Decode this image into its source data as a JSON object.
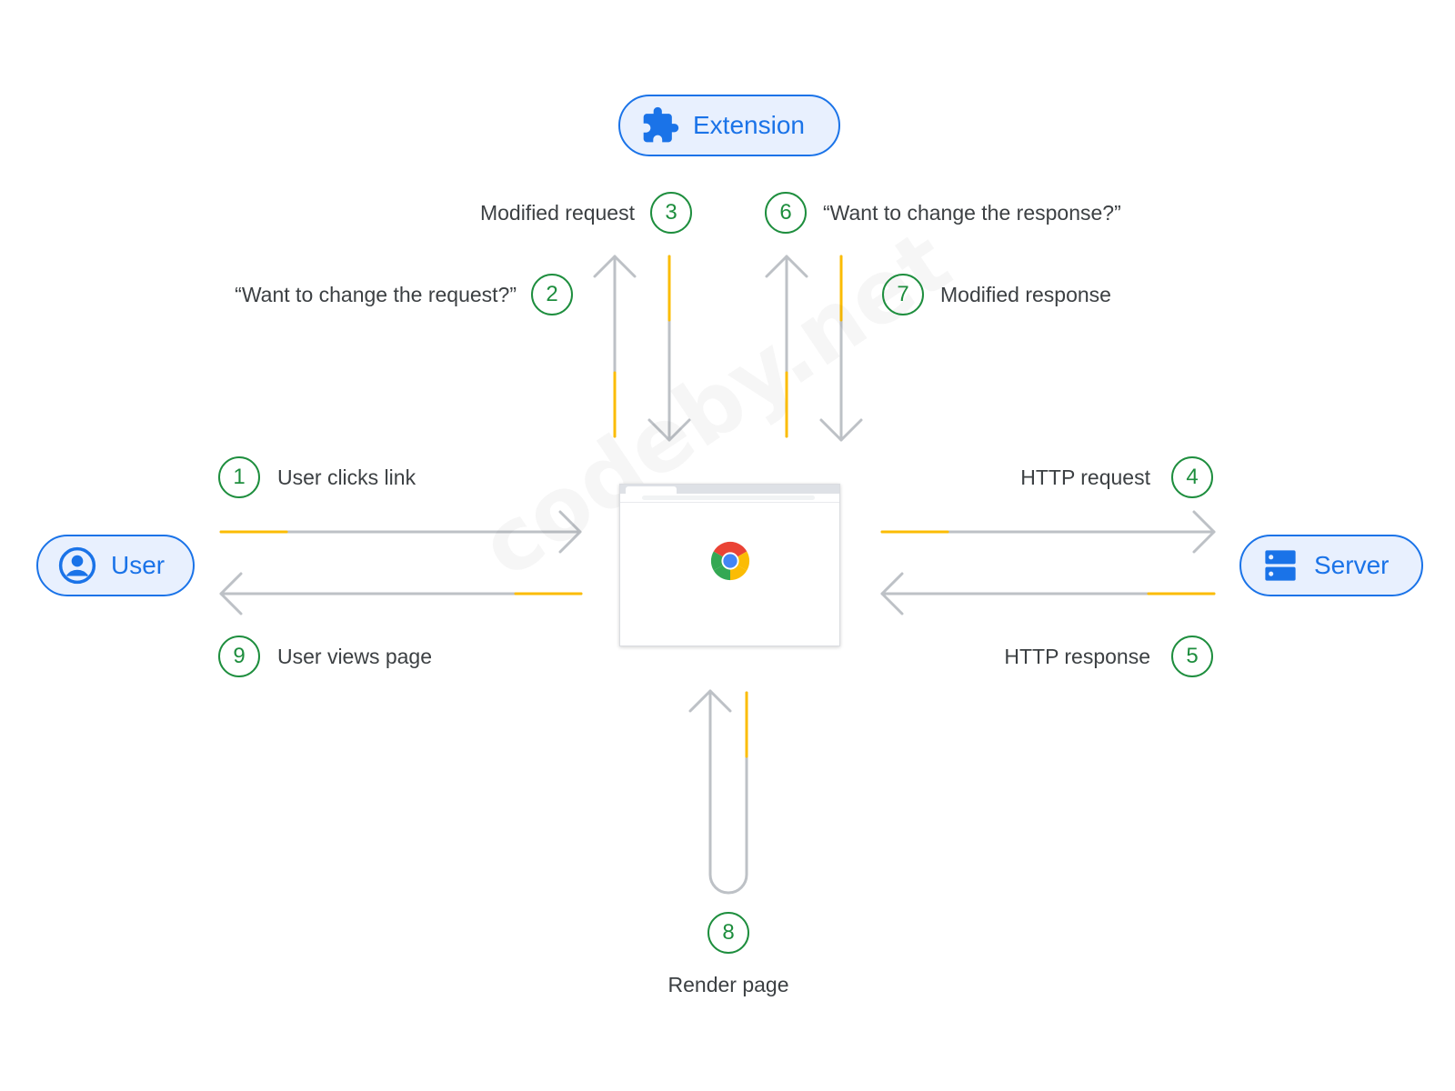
{
  "nodes": {
    "extension": "Extension",
    "user": "User",
    "server": "Server"
  },
  "steps": [
    {
      "number": "1",
      "label": "User clicks link"
    },
    {
      "number": "2",
      "label": "“Want to change the request?”"
    },
    {
      "number": "3",
      "label": "Modified request"
    },
    {
      "number": "4",
      "label": "HTTP request"
    },
    {
      "number": "5",
      "label": "HTTP response"
    },
    {
      "number": "6",
      "label": "“Want to change the response?”"
    },
    {
      "number": "7",
      "label": "Modified response"
    },
    {
      "number": "8",
      "label": "Render page"
    },
    {
      "number": "9",
      "label": "User views page"
    }
  ],
  "watermark": "codeby.net",
  "colors": {
    "node_border": "#1a73e8",
    "node_fill": "#e8f0fe",
    "step_green": "#1e8e3e",
    "arrow_gray": "#bdc1c6",
    "accent_yellow": "#fbbc04"
  },
  "icons": {
    "extension": "puzzle-piece-icon",
    "user": "account-circle-icon",
    "server": "server-icon",
    "browser": "chrome-logo-icon"
  }
}
